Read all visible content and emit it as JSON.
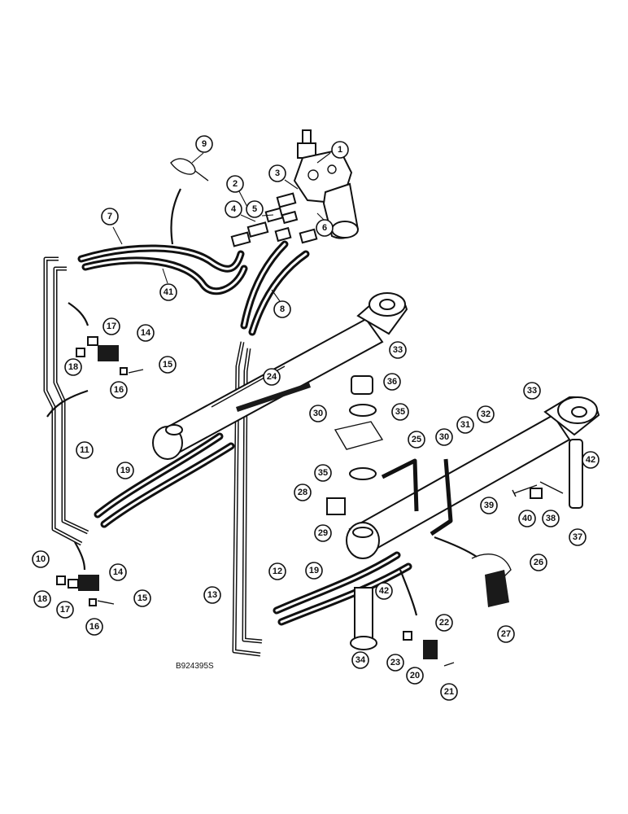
{
  "figure_code": "B924395S",
  "callouts": [
    {
      "n": "1"
    },
    {
      "n": "2"
    },
    {
      "n": "3"
    },
    {
      "n": "4"
    },
    {
      "n": "5"
    },
    {
      "n": "6"
    },
    {
      "n": "7"
    },
    {
      "n": "8"
    },
    {
      "n": "9"
    },
    {
      "n": "41"
    },
    {
      "n": "14"
    },
    {
      "n": "15"
    },
    {
      "n": "16"
    },
    {
      "n": "17"
    },
    {
      "n": "18"
    },
    {
      "n": "11"
    },
    {
      "n": "19"
    },
    {
      "n": "10"
    },
    {
      "n": "14"
    },
    {
      "n": "15"
    },
    {
      "n": "16"
    },
    {
      "n": "17"
    },
    {
      "n": "18"
    },
    {
      "n": "33"
    },
    {
      "n": "24"
    },
    {
      "n": "30"
    },
    {
      "n": "36"
    },
    {
      "n": "35"
    },
    {
      "n": "33"
    },
    {
      "n": "32"
    },
    {
      "n": "31"
    },
    {
      "n": "30"
    },
    {
      "n": "25"
    },
    {
      "n": "35"
    },
    {
      "n": "28"
    },
    {
      "n": "29"
    },
    {
      "n": "42"
    },
    {
      "n": "39"
    },
    {
      "n": "40"
    },
    {
      "n": "38"
    },
    {
      "n": "37"
    },
    {
      "n": "12"
    },
    {
      "n": "13"
    },
    {
      "n": "19"
    },
    {
      "n": "42"
    },
    {
      "n": "26"
    },
    {
      "n": "27"
    },
    {
      "n": "22"
    },
    {
      "n": "23"
    },
    {
      "n": "20"
    },
    {
      "n": "21"
    },
    {
      "n": "34"
    }
  ]
}
